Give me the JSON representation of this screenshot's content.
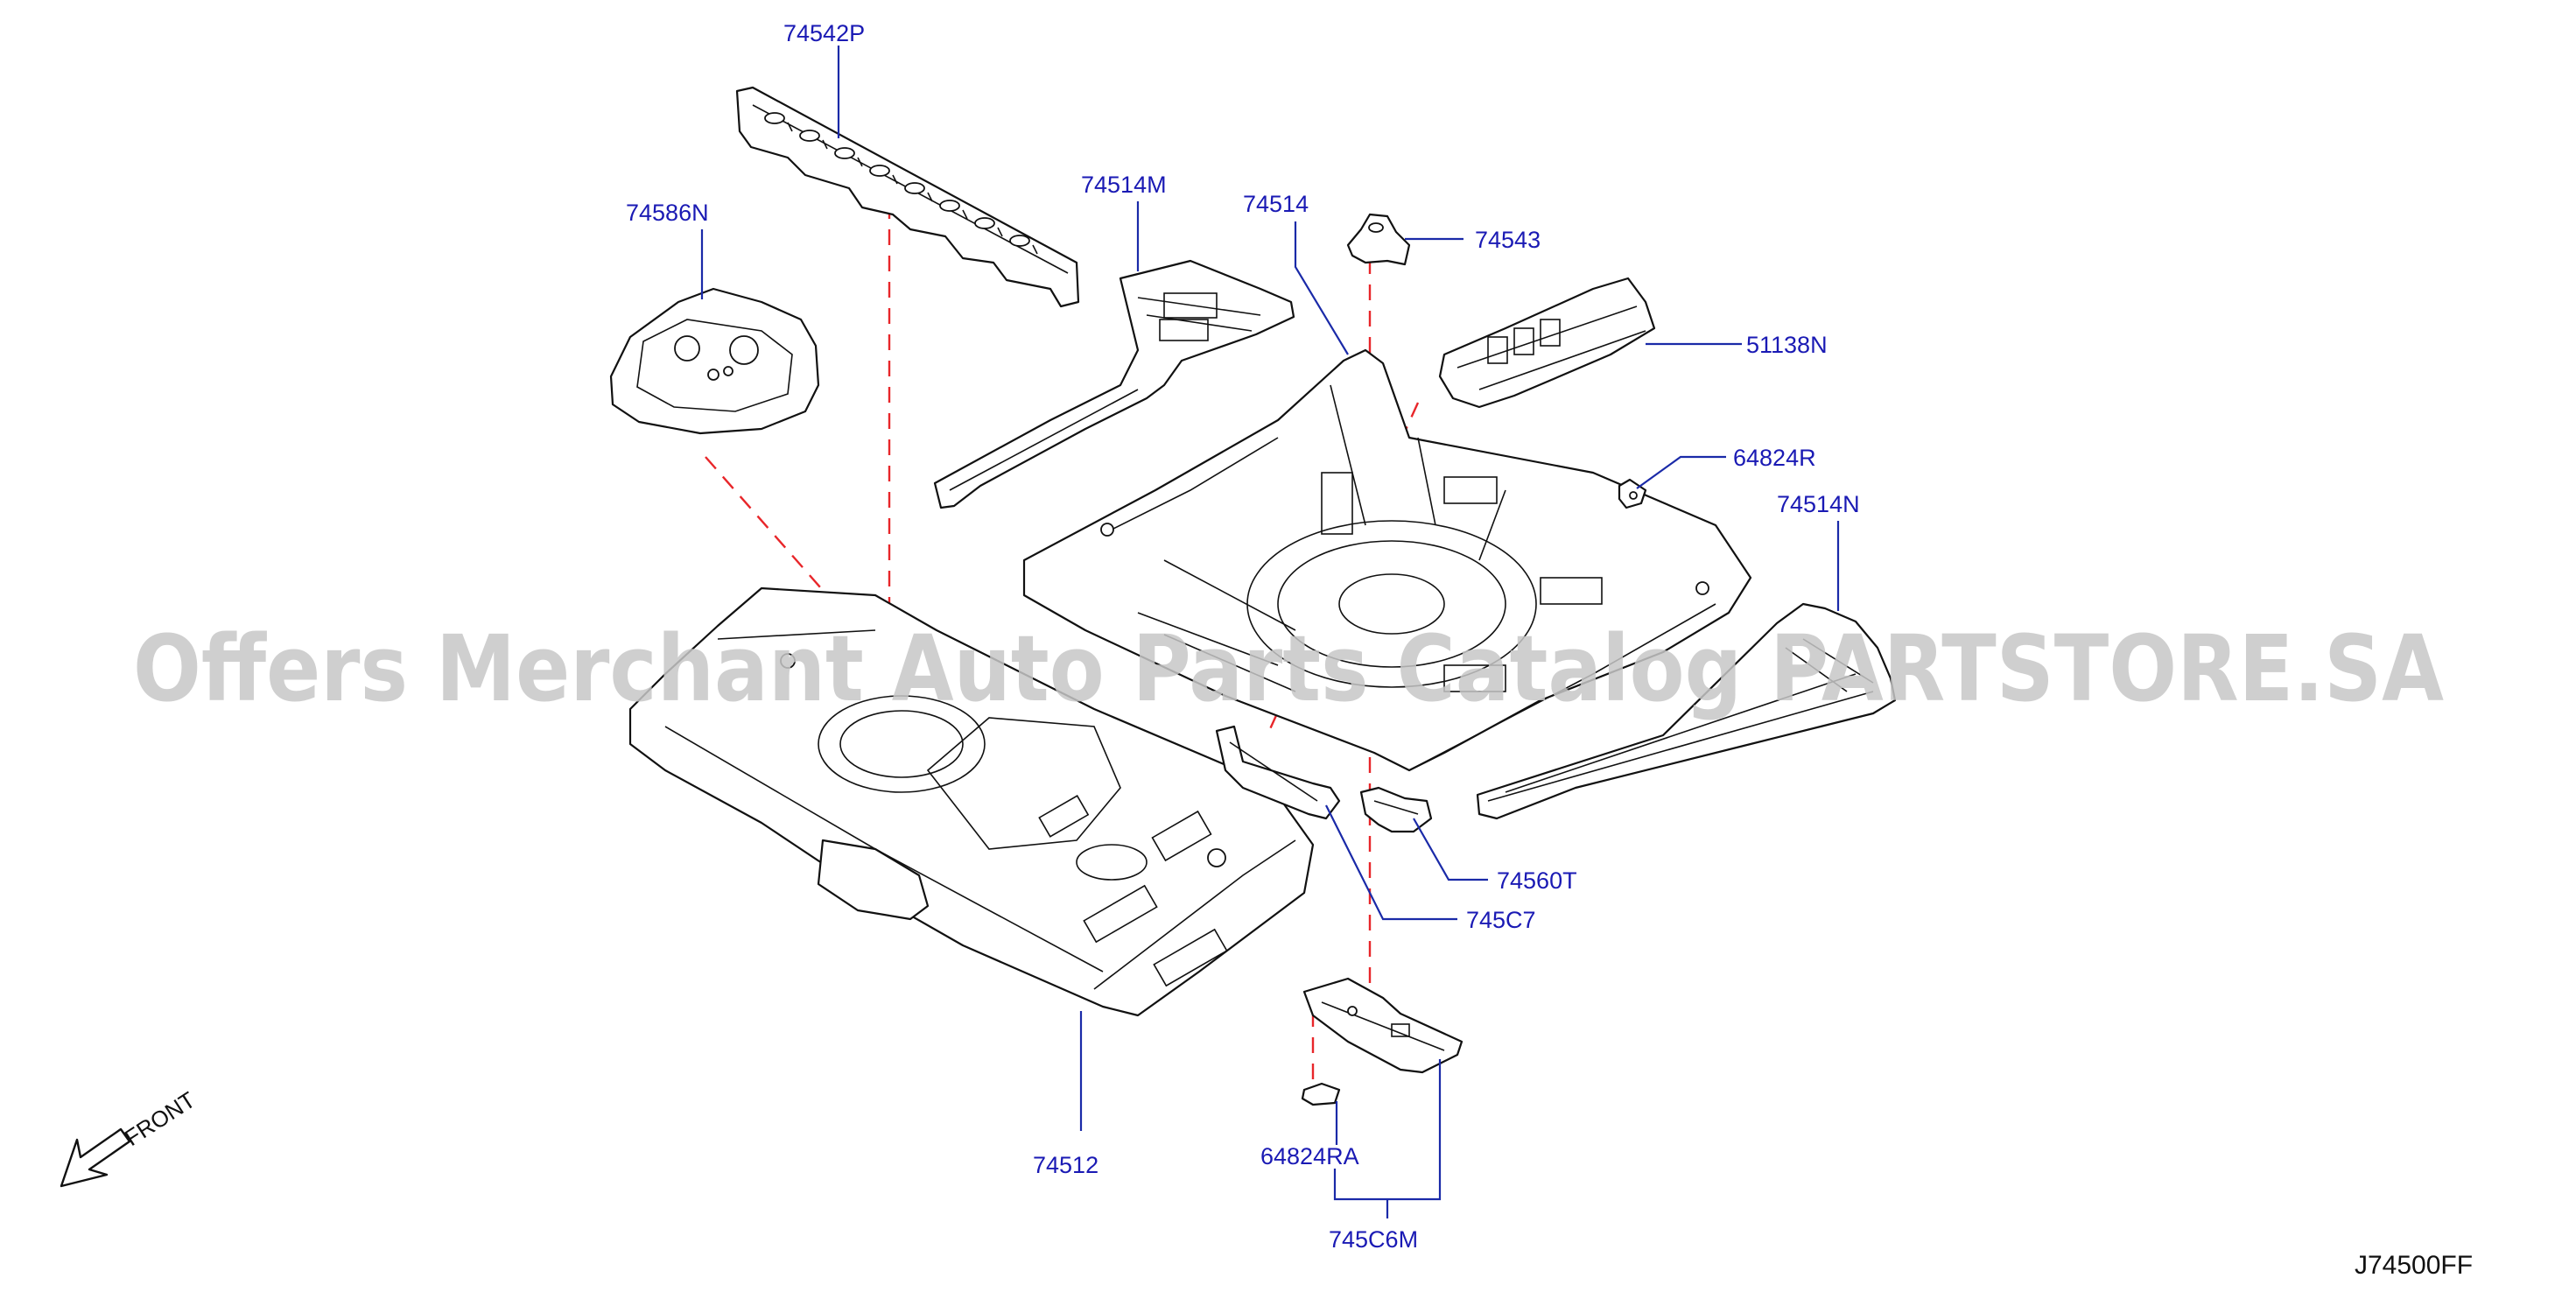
{
  "callouts": {
    "p74542P": "74542P",
    "p74514M": "74514M",
    "p74514": "74514",
    "p74543": "74543",
    "p74586N": "74586N",
    "p51138N": "51138N",
    "p64824R": "64824R",
    "p74514N": "74514N",
    "p74560T": "74560T",
    "p745C7": "745C7",
    "p74512": "74512",
    "p64824RA": "64824RA",
    "p745C6M": "745C6M"
  },
  "front_label": "FRONT",
  "diagram_code": "J74500FF",
  "watermark": "Offers Merchant Auto Parts Catalog PARTSTORE.SA",
  "colors": {
    "callout_text": "#1a1ab4",
    "leader": "#1a2aa8",
    "dashed_guide": "#e8262a",
    "part_outline": "#111111",
    "watermark": "#c7c7c7"
  },
  "icons": {
    "front_arrow": "front-arrow-icon"
  }
}
